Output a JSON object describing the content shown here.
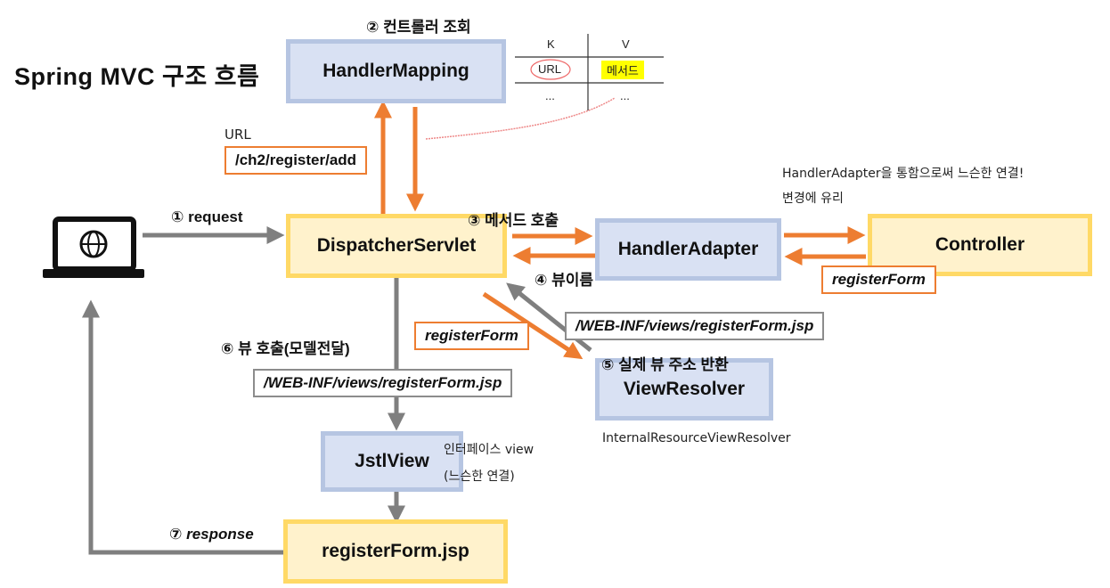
{
  "title": "Spring MVC 구조 흐름",
  "nodes": {
    "handler_mapping": "HandlerMapping",
    "dispatcher_servlet": "DispatcherServlet",
    "handler_adapter": "HandlerAdapter",
    "controller": "Controller",
    "view_resolver": "ViewResolver",
    "jstl_view": "JstlView",
    "register_form_jsp": "registerForm.jsp"
  },
  "steps": {
    "step1": "① request",
    "step2": "② 컨트롤러 조회",
    "step3": "③ 메서드 호출",
    "step4": "④ 뷰이름",
    "step5": "⑤ 실제 뷰 주소 반환",
    "step6": "⑥ 뷰 호출(모델전달)",
    "step7": "⑦ response"
  },
  "labels": {
    "url_note": "URL",
    "url_path": "/ch2/register/add",
    "register_form_controller": "registerForm",
    "register_form_view": "registerForm",
    "view_path_resolver": "/WEB-INF/views/registerForm.jsp",
    "view_path_jstl": "/WEB-INF/views/registerForm.jsp"
  },
  "notes": {
    "adapter_note_line1": "HandlerAdapter을 통함으로써 느슨한 연결!",
    "adapter_note_line2": "변경에 유리",
    "resolver_impl": "InternalResourceViewResolver",
    "jstl_note_line1": "인터페이스 view",
    "jstl_note_line2": "(느슨한 연결)"
  },
  "mapping_table": {
    "key_header": "K",
    "value_header": "V",
    "row1_key": "URL",
    "row1_value": "메서드",
    "row2_key": "...",
    "row2_value": "..."
  },
  "colors": {
    "blue_fill": "#d9e1f3",
    "blue_border": "#b6c5e2",
    "yellow_fill": "#fff2cc",
    "yellow_border": "#ffd966",
    "orange_arrow": "#ed7d31",
    "gray_arrow": "#7f7f7f",
    "highlight": "#ffff00"
  }
}
